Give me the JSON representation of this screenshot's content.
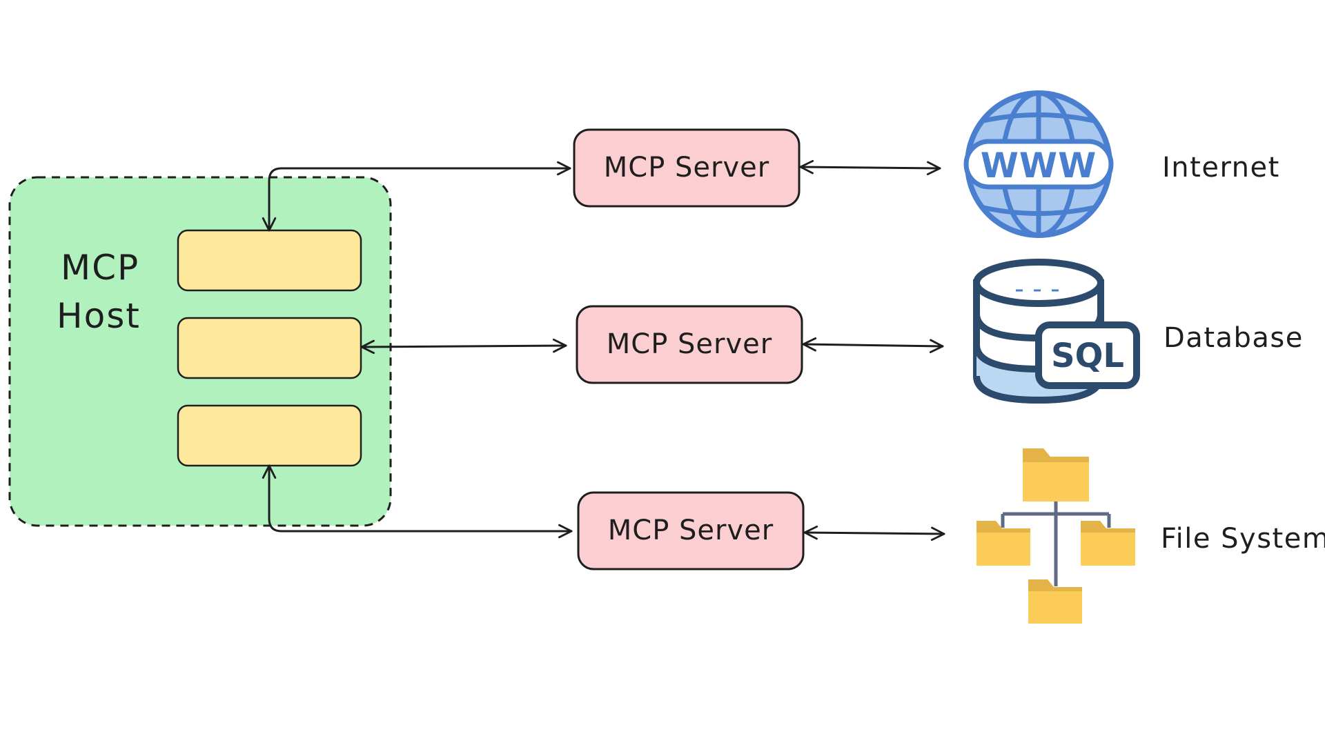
{
  "host": {
    "label_line1": "MCP",
    "label_line2": "Host",
    "colors": {
      "fill": "#b0f1bd",
      "client_fill": "#fde89b"
    }
  },
  "servers": [
    {
      "label": "MCP Server"
    },
    {
      "label": "MCP Server"
    },
    {
      "label": "MCP Server"
    }
  ],
  "resources": [
    {
      "label": "Internet",
      "icon": "globe-www-icon",
      "icon_text": "WWW"
    },
    {
      "label": "Database",
      "icon": "sql-database-icon",
      "icon_text": "SQL"
    },
    {
      "label": "File System",
      "icon": "folder-tree-icon"
    }
  ],
  "colors": {
    "server_fill": "#fbcfd1",
    "globe_blue": "#4a7fcf",
    "db_dark": "#2c4a6b",
    "db_light": "#bcd7f2",
    "folder_front": "#fccc58",
    "folder_back": "#e5b448"
  }
}
